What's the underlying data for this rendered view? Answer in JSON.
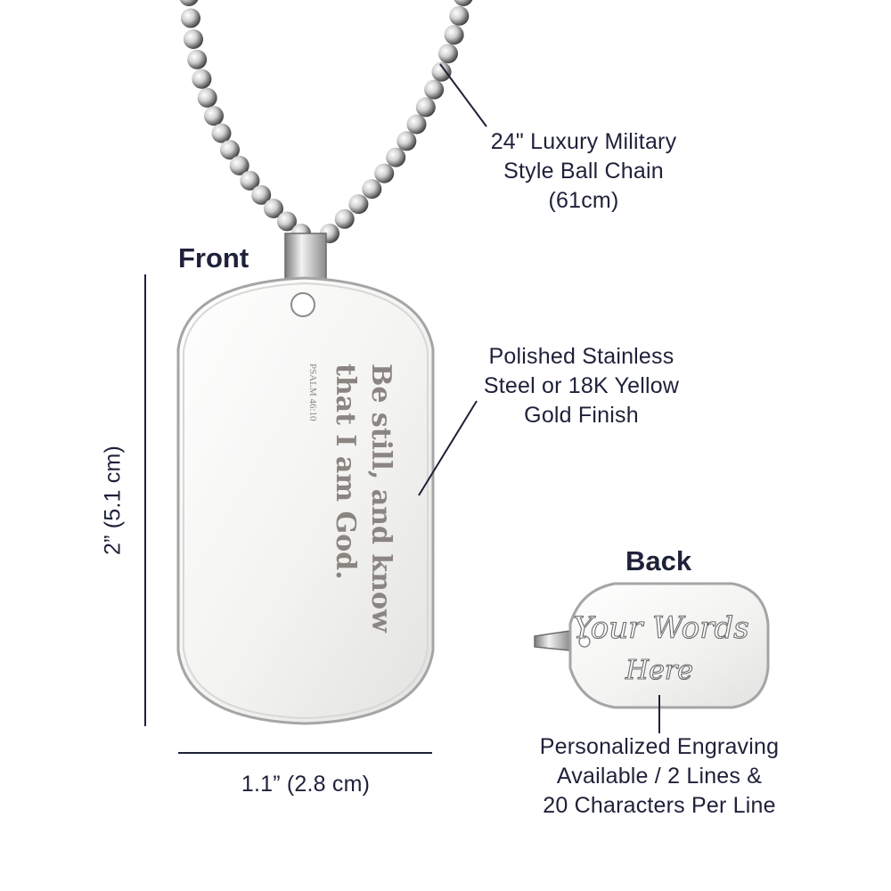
{
  "headings": {
    "front": "Front",
    "back": "Back"
  },
  "callouts": {
    "chain": [
      "24\" Luxury Military",
      "Style Ball Chain",
      "(61cm)"
    ],
    "finish": [
      "Polished Stainless",
      "Steel or 18K Yellow",
      "Gold Finish"
    ],
    "engraving": [
      "Personalized Engraving",
      "Available / 2 Lines &",
      "20 Characters Per Line"
    ]
  },
  "dimensions": {
    "height": "2” (5.1 cm)",
    "width": "1.1” (2.8 cm)"
  },
  "front_engraving": {
    "line1": "Be still, and know",
    "line2": "that I am God.",
    "reference": "PSALM 46:10"
  },
  "back_engraving": {
    "line1": "Your Words",
    "line2": "Here"
  },
  "colors": {
    "text_navy": "#1e2139",
    "steel_light": "#f4f4f2",
    "steel_edge": "#9a9a9a",
    "engraving": "#8a8580"
  }
}
